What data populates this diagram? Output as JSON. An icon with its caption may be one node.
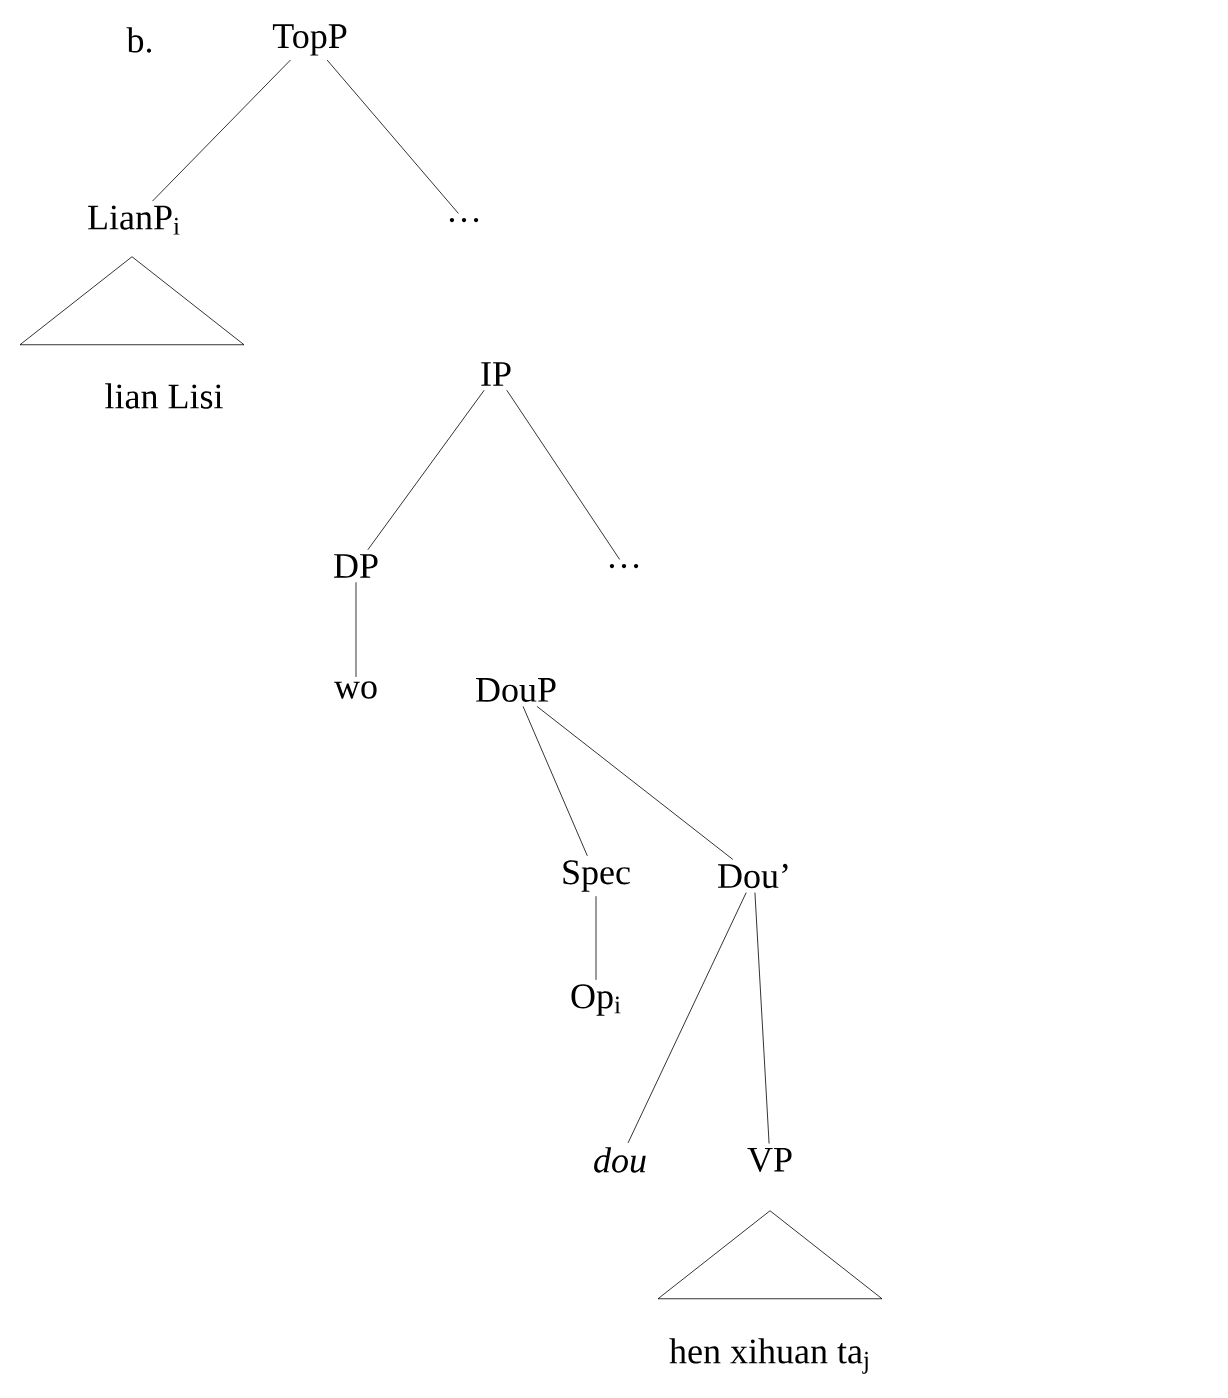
{
  "diagram": {
    "nodes": [
      {
        "text": [
          "TopP"
        ]
      },
      {
        "text": [
          "LianP$_{i}$"
        ]
      },
      {
        "text": [
          "…"
        ]
      },
      {
        "text": [],
        "shape": "triangle"
      },
      {
        "text": [
          "lian Lisi"
        ]
      },
      {
        "text": [
          "IP"
        ]
      },
      {
        "text": [
          "DP"
        ]
      },
      {
        "text": [
          "…"
        ]
      },
      {
        "text": [
          "wo"
        ]
      },
      {
        "text": [
          "DouP"
        ]
      },
      {
        "text": [
          "Spec"
        ]
      },
      {
        "text": [
          "Dou’"
        ]
      },
      {
        "text": [
          "Op$_{i}$"
        ]
      },
      {
        "text": [
          "dou"
        ]
      },
      {
        "text": [
          "VP"
        ]
      },
      {
        "text": [],
        "shape": "triangle"
      },
      {
        "text": [
          "hen xihuan ta$_{j}$"
        ]
      }
    ],
    "edges": [
      {
        "from": 0,
        "to": 1,
        "arrow": "none"
      },
      {
        "from": 0,
        "to": 2,
        "arrow": "none"
      },
      {
        "from": 5,
        "to": 6,
        "arrow": "none"
      },
      {
        "from": 5,
        "to": 7,
        "arrow": "none"
      },
      {
        "from": 6,
        "to": 8,
        "arrow": "none"
      },
      {
        "from": 9,
        "to": 10,
        "arrow": "none"
      },
      {
        "from": 9,
        "to": 11,
        "arrow": "none"
      },
      {
        "from": 10,
        "to": 12,
        "arrow": "none"
      },
      {
        "from": 11,
        "to": 13,
        "arrow": "none"
      },
      {
        "from": 11,
        "to": 14,
        "arrow": "none"
      }
    ],
    "labels": [
      "b."
    ]
  }
}
